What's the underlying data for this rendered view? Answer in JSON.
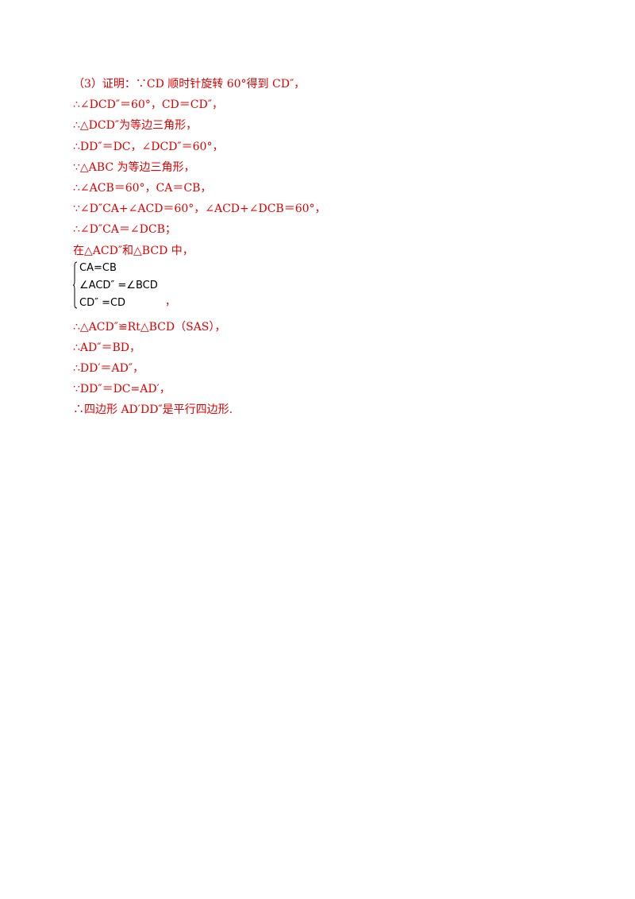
{
  "proof": {
    "lines": [
      "（3）证明：∵CD 顺时针旋转 60°得到 CD″，",
      "∴∠DCD″＝60°，CD＝CD″，",
      "∴△DCD″为等边三角形，",
      "∴DD″＝DC，∠DCD″＝60°，",
      "∵△ABC 为等边三角形，",
      "∴∠ACB＝60°，CA＝CB，",
      "∵∠D″CA+∠ACD＝60°，∠ACD+∠DCB＝60°，",
      "∴∠D″CA＝∠DCB；",
      "在△ACD″和△BCD 中，"
    ],
    "system": [
      "CA=CB",
      "∠ACD″ =∠BCD",
      "CD″ =CD"
    ],
    "system_tail": "，",
    "conclusion_lines": [
      "∴△ACD″≌Rt△BCD（SAS），",
      "∴AD″＝BD，",
      "∴DD′＝AD″，",
      "∵DD″＝DC=AD′，",
      "∴四边形 AD′DD″是平行四边形."
    ]
  }
}
